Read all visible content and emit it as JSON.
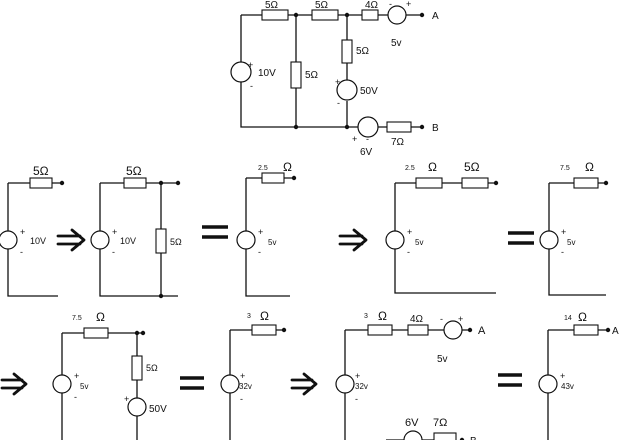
{
  "top": {
    "r1": "5Ω",
    "r2": "5Ω",
    "r3": "4Ω",
    "r4": "5Ω",
    "r5": "5Ω",
    "r6": "7Ω",
    "v1": "10V",
    "v2": "50V",
    "v3": "5v",
    "v4": "6V",
    "term_a": "A",
    "term_b": "B"
  },
  "row2": {
    "s1_r": "5Ω",
    "s1_v": "10V",
    "s2_r1": "5Ω",
    "s2_r2": "5Ω",
    "s2_v": "10V",
    "s3_r_num": "2.5",
    "s3_r_unit": "Ω",
    "s3_v": "5v",
    "s4_r1_num": "2.5",
    "s4_r1_unit": "Ω",
    "s4_r2": "5Ω",
    "s4_v": "5v",
    "s5_r_num": "7.5",
    "s5_r_unit": "Ω",
    "s5_v": "5v"
  },
  "row3": {
    "s1_r_num": "7.5",
    "s1_r_unit": "Ω",
    "s1_r2": "5Ω",
    "s1_v": "5v",
    "s1_v2": "50V",
    "s2_r_num": "3",
    "s2_r_unit": "Ω",
    "s2_v": "32v",
    "s3_r_num": "3",
    "s3_r_unit": "Ω",
    "s3_r2": "4Ω",
    "s3_v": "32v",
    "s3_v2": "5v",
    "s3_r3": "6V",
    "s3_r4": "7Ω",
    "s3_a": "A",
    "s3_b": "B",
    "s4_r_num": "14",
    "s4_r_unit": "Ω",
    "s4_v": "43v",
    "s4_a": "A"
  },
  "signs": {
    "plus": "+",
    "minus": "-"
  },
  "colors": {
    "ink": "#111111",
    "background": "#ffffff"
  },
  "symbols": {
    "implies": "implies-arrow",
    "equals": "equals-sign"
  }
}
